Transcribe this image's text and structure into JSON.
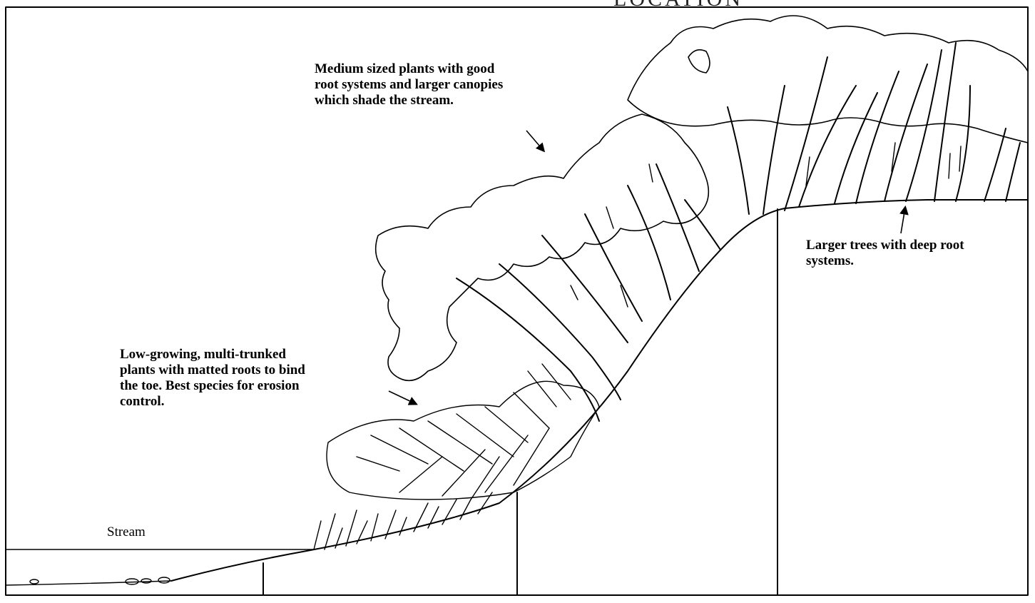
{
  "diagram": {
    "heading_fragment": "LOCATION",
    "labels": {
      "medium_plants": "Medium sized plants with good\nroot systems and larger canopies\nwhich shade the stream.",
      "low_plants": "Low-growing, multi-trunked\nplants with matted roots to bind\nthe toe. Best species for erosion\ncontrol.",
      "large_trees": "Larger trees with deep root\nsystems.",
      "stream": "Stream"
    }
  }
}
